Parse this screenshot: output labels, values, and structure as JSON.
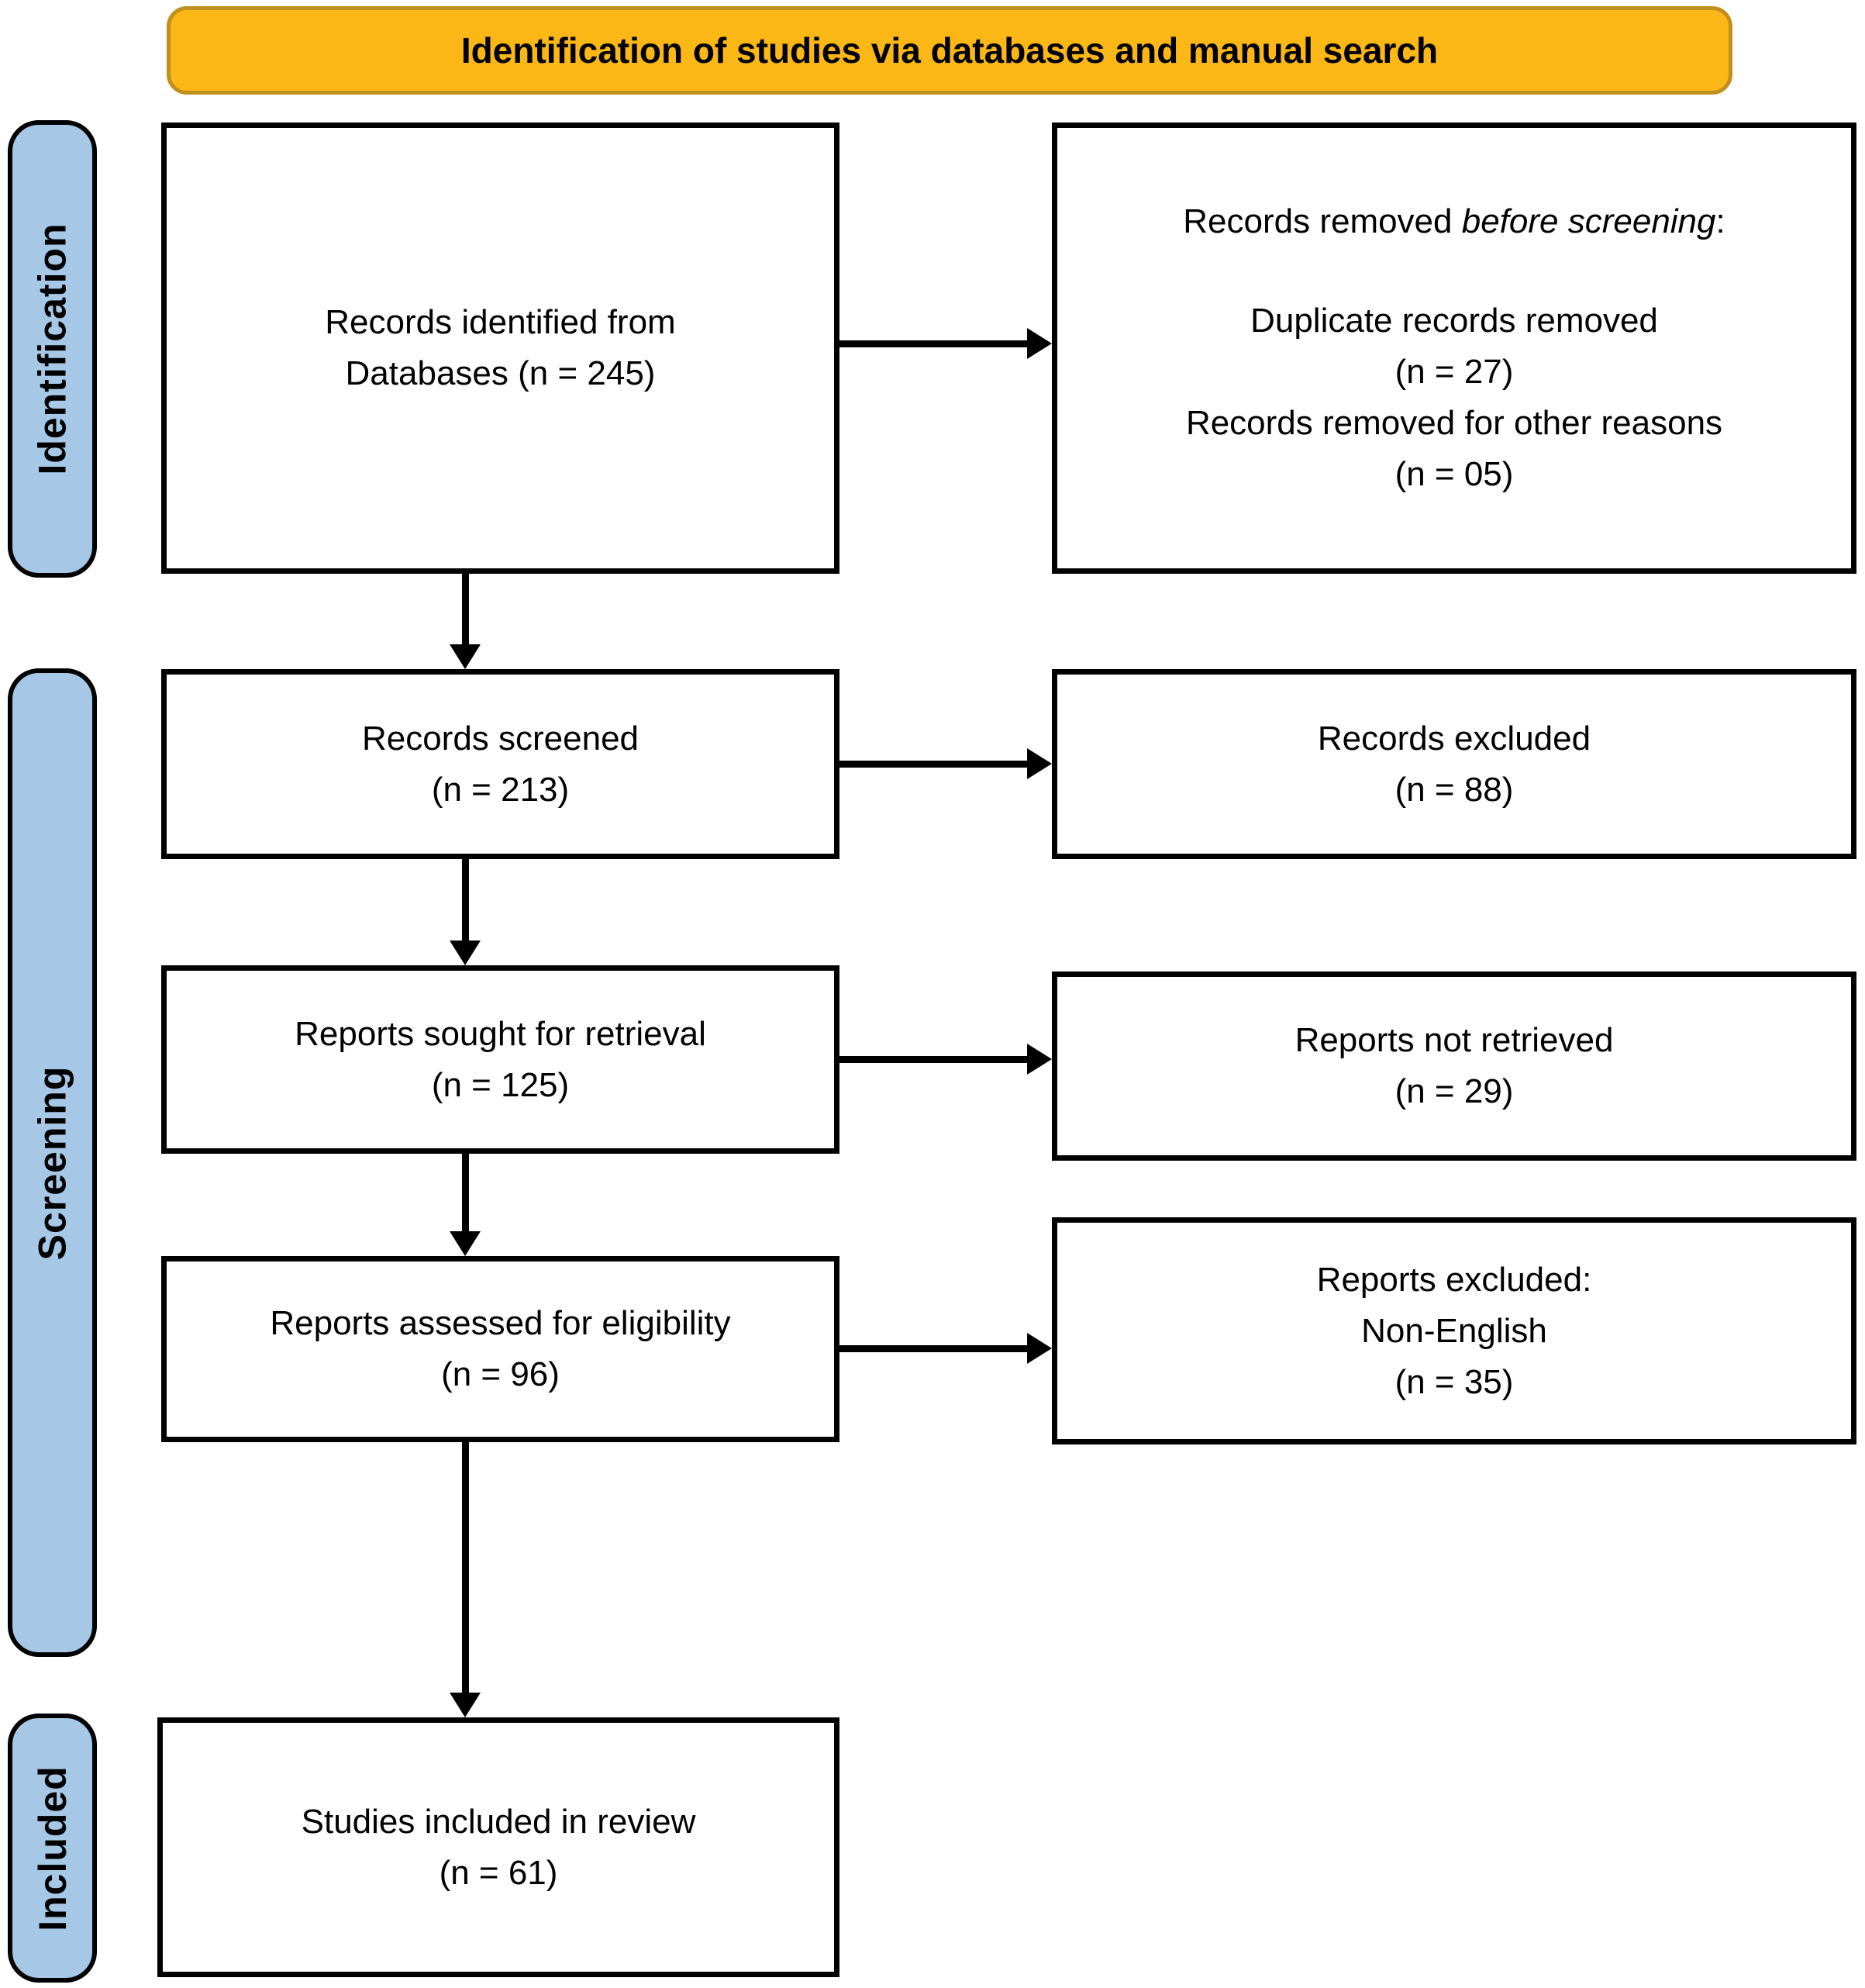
{
  "banner": {
    "label": "Identification of studies via databases and manual search"
  },
  "stages": [
    {
      "label": "Identification"
    },
    {
      "label": "Screening"
    },
    {
      "label": "Included"
    }
  ],
  "boxes": {
    "identified": {
      "lines": [
        "Records identified from",
        "Databases (n = 245)"
      ]
    },
    "removed": {
      "title_prefix": "Records removed ",
      "title_italic": "before screening",
      "title_suffix": ":",
      "lines": [
        "Duplicate records removed",
        "(n = 27)",
        "Records removed for other reasons",
        "(n = 05)"
      ]
    },
    "screened": {
      "lines": [
        "Records screened",
        "(n = 213)"
      ]
    },
    "records_excluded": {
      "lines": [
        "Records excluded",
        "(n = 88)"
      ]
    },
    "sought": {
      "lines": [
        "Reports sought for retrieval",
        "(n = 125)"
      ]
    },
    "not_retrieved": {
      "lines": [
        "Reports not retrieved",
        "(n = 29)"
      ]
    },
    "assessed": {
      "lines": [
        "Reports assessed for eligibility",
        "(n = 96)"
      ]
    },
    "reports_excluded": {
      "lines": [
        "Reports excluded:",
        "Non-English",
        "(n = 35)"
      ]
    },
    "included": {
      "lines": [
        "Studies included in review",
        "(n = 61)"
      ]
    }
  },
  "colors": {
    "banner_fill": "#FBB715",
    "banner_border": "#C0901E",
    "stage_fill": "#A7C7E7",
    "box_border": "#000000",
    "arrow": "#000000"
  }
}
